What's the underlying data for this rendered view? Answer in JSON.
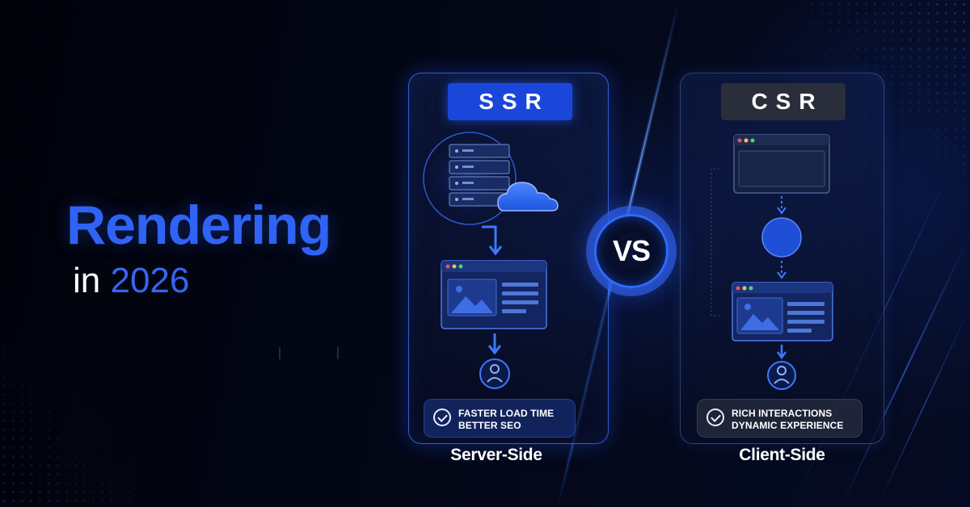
{
  "headline": {
    "title": "Rendering",
    "subtitle_prefix": "in",
    "subtitle_year": "2026"
  },
  "ssr": {
    "title": "SSR",
    "benefits": [
      "FASTER LOAD TIME",
      "BETTER SEO"
    ],
    "caption": "Server-Side",
    "icons": [
      "server-rack-icon",
      "cloud-icon",
      "arrow-down-icon",
      "webpage-icon",
      "user-icon",
      "check-circle-icon"
    ]
  },
  "csr": {
    "title": "CSR",
    "benefits": [
      "RICH INTERACTIONS",
      "DYNAMIC EXPERIENCE"
    ],
    "caption": "Client-Side",
    "icons": [
      "browser-window-icon",
      "circle-node-icon",
      "arrow-down-icon",
      "webpage-icon",
      "user-icon",
      "check-circle-icon"
    ]
  },
  "vs_label": "VS",
  "colors": {
    "accent": "#2f63f5",
    "ssr_title_bg": "#1a47d9",
    "csr_title_bg": "#2a2d3a",
    "background": "#020308"
  }
}
